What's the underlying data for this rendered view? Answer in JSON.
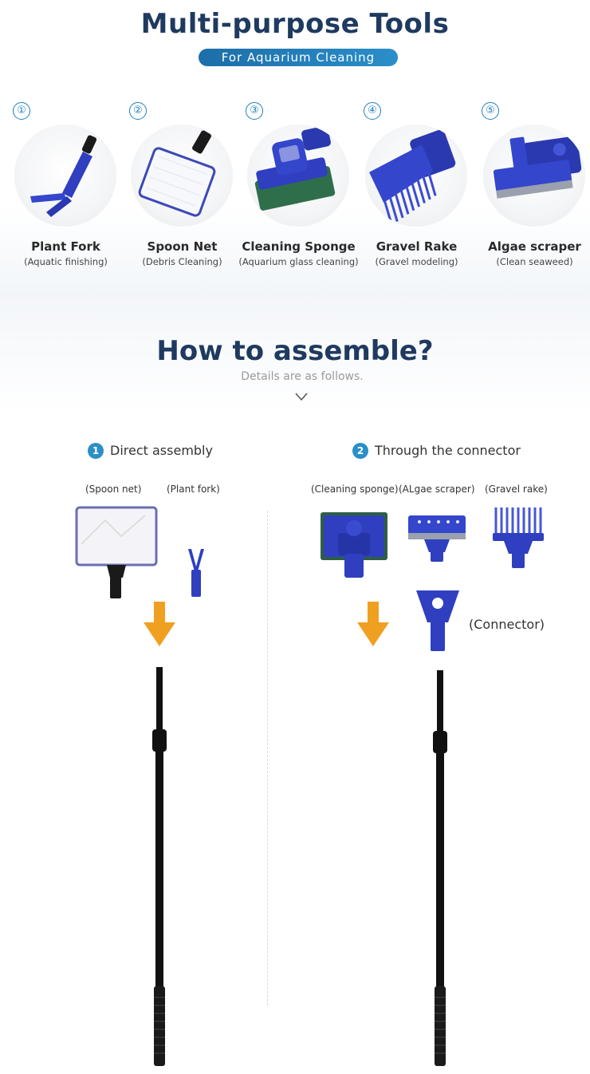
{
  "header": {
    "title": "Multi-purpose Tools",
    "subtitle": "For Aquarium Cleaning"
  },
  "tools": [
    {
      "number": "①",
      "name": "Plant Fork",
      "desc": "(Aquatic finishing)",
      "icon": "plant-fork-image"
    },
    {
      "number": "②",
      "name": "Spoon Net",
      "desc": "(Debris Cleaning)",
      "icon": "spoon-net-image"
    },
    {
      "number": "③",
      "name": "Cleaning Sponge",
      "desc": "(Aquarium glass cleaning)",
      "icon": "cleaning-sponge-image"
    },
    {
      "number": "④",
      "name": "Gravel Rake",
      "desc": "(Gravel modeling)",
      "icon": "gravel-rake-image"
    },
    {
      "number": "⑤",
      "name": "Algae scraper",
      "desc": "(Clean seaweed)",
      "icon": "algae-scraper-image"
    }
  ],
  "assemble": {
    "title": "How to assemble?",
    "subtitle": "Details are as follows.",
    "step1": {
      "number": "1",
      "label": "Direct assembly"
    },
    "step2": {
      "number": "2",
      "label": "Through the connector"
    },
    "labels": {
      "spoon_net": "(Spoon net)",
      "plant_fork": "(Plant fork)",
      "cleaning_sponge": "(Cleaning sponge)",
      "algae_scraper": "(ALgae scraper)",
      "gravel_rake": "(Gravel rake)",
      "connector": "(Connector)"
    }
  },
  "colors": {
    "title": "#1f3a5f",
    "accent": "#2b8fc7",
    "tool_blue": "#2f3fc0",
    "arrow": "#f0a020",
    "pole": "#111111"
  }
}
